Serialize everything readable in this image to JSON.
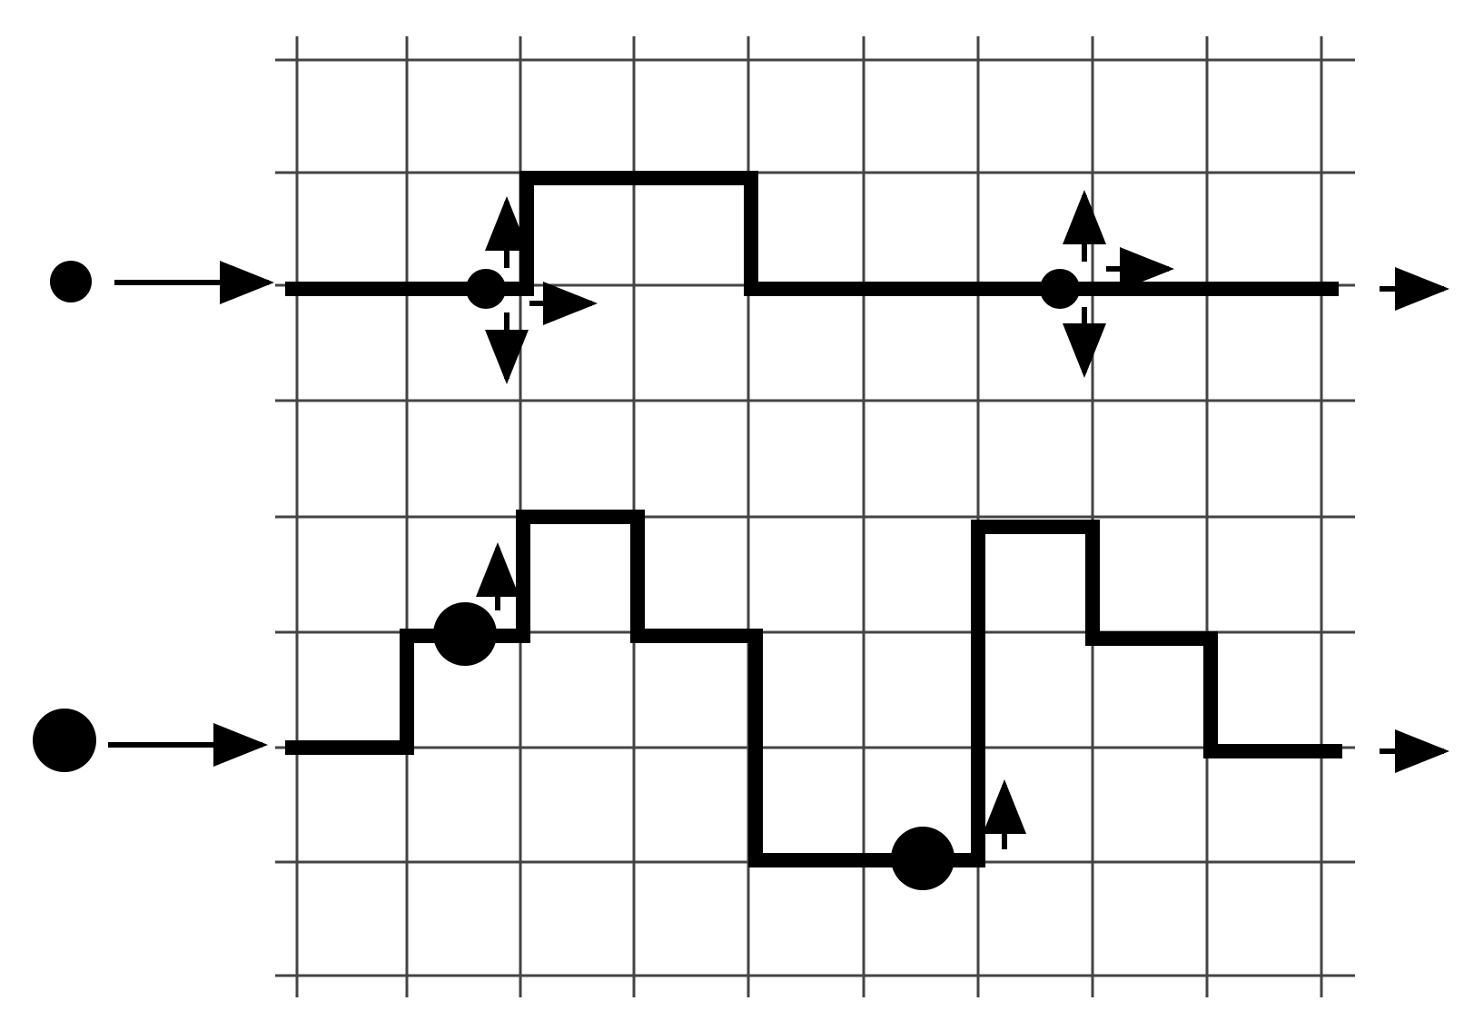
{
  "diagram": {
    "colors": {
      "background": "#ffffff",
      "grid": "#444444",
      "ink": "#000000"
    },
    "icons": {
      "ball": "filled-circle",
      "arrow": "arrow-icon"
    },
    "tracks": [
      {
        "id": "upper",
        "ball_size": "small",
        "steps": [
          "flat",
          "up",
          "flat",
          "flat",
          "down",
          "flat",
          "flat",
          "flat",
          "flat",
          "flat"
        ]
      },
      {
        "id": "lower",
        "ball_size": "large",
        "steps": [
          "flat",
          "up",
          "up",
          "flat",
          "down",
          "down",
          "down",
          "flat",
          "up",
          "up",
          "flat",
          "down",
          "flat"
        ]
      }
    ]
  }
}
